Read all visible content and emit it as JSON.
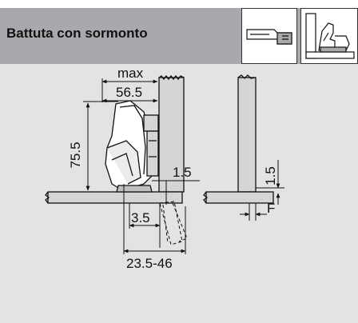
{
  "header": {
    "title": "Battuta con sormonto",
    "icons": [
      "overlay-hinge-thumbnail-icon",
      "hinge-assembly-thumbnail-icon"
    ]
  },
  "dimensions": {
    "max_label": "max",
    "max_value": "56.5",
    "height": "75.5",
    "gap_left": "1.5",
    "offset": "3.5",
    "range": "23.5-46",
    "gap_right": "1.5",
    "f_label": "F"
  },
  "colors": {
    "background": "#e3e3e4",
    "header": "#a7a9ac",
    "line": "#111111"
  }
}
